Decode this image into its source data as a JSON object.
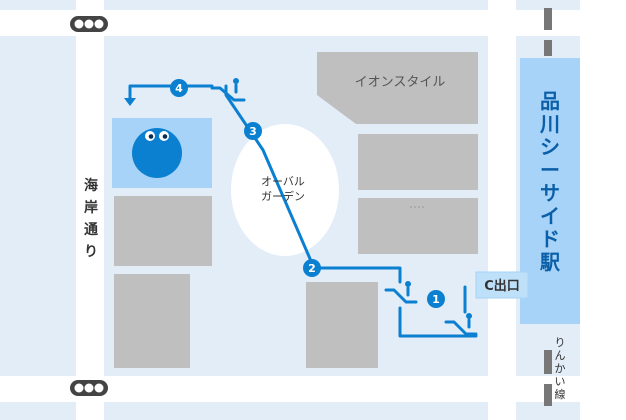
{
  "map": {
    "street_label": "海岸通り",
    "railway_label": "りんかい線",
    "station": {
      "name": "品川シーサイド駅",
      "exit_label": "C出口"
    },
    "buildings": {
      "aeon": "イオンスタイル",
      "garden": "オーバル\nガーデン",
      "mascot": "mascot"
    },
    "route_steps": [
      "1",
      "2",
      "3",
      "4"
    ],
    "colors": {
      "background": "#e3edf8",
      "street": "#ffffff",
      "block": "#bfbfbf",
      "route": "#0b7fd0",
      "station": "#a6d3f7",
      "mascot_bg": "#a6d3f7",
      "garden": "#ffffff",
      "text": "#333333"
    }
  }
}
